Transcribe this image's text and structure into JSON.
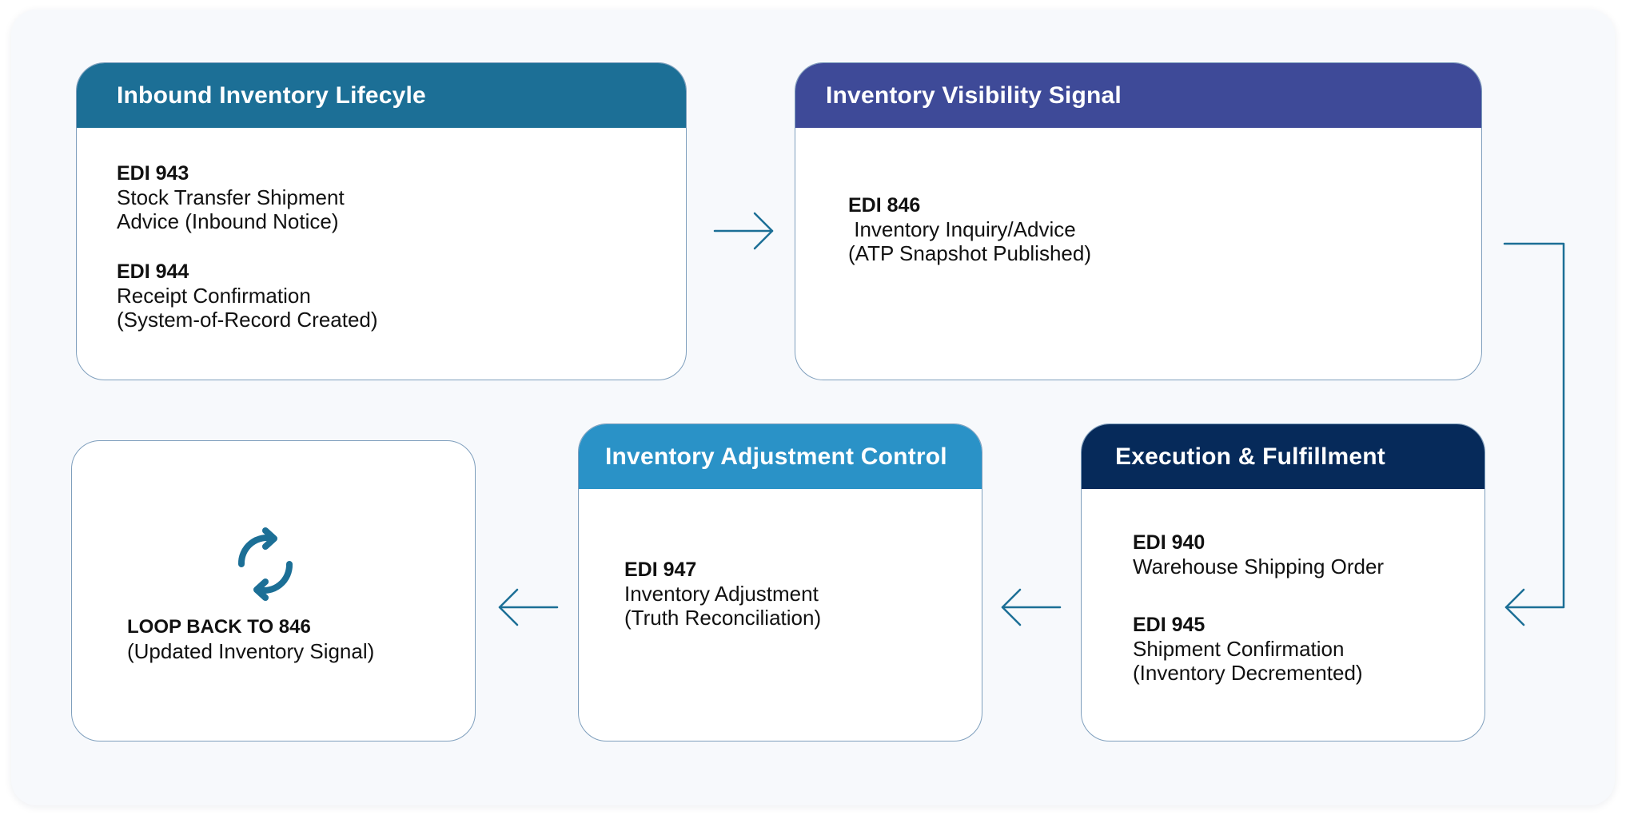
{
  "colors": {
    "inbound_header": "#1c6f96",
    "visibility_header": "#3e4a98",
    "adjustment_header": "#2a92c7",
    "execution_header": "#062a5a",
    "arrow": "#1c6f96",
    "card_border": "#7f9fbd",
    "background": "#f7f9fc"
  },
  "cards": {
    "inbound": {
      "title": "Inbound Inventory Lifecyle",
      "entries": [
        {
          "code": "EDI 943",
          "lines": [
            "Stock Transfer Shipment",
            "Advice (Inbound Notice)"
          ]
        },
        {
          "code": "EDI 944",
          "lines": [
            "Receipt Confirmation",
            "(System-of-Record Created)"
          ]
        }
      ]
    },
    "visibility": {
      "title": "Inventory Visibility Signal",
      "entries": [
        {
          "code": "EDI 846",
          "lines": [
            " Inventory Inquiry/Advice",
            "(ATP Snapshot Published)"
          ]
        }
      ]
    },
    "execution": {
      "title": "Execution & Fulfillment",
      "entries": [
        {
          "code": "EDI 940",
          "lines": [
            "Warehouse Shipping Order"
          ]
        },
        {
          "code": "EDI 945",
          "lines": [
            "Shipment Confirmation",
            "(Inventory Decremented)"
          ]
        }
      ]
    },
    "adjustment": {
      "title": "Inventory Adjustment Control",
      "entries": [
        {
          "code": "EDI 947",
          "lines": [
            "Inventory Adjustment",
            "(Truth Reconciliation)"
          ]
        }
      ]
    },
    "loop": {
      "icon": "refresh-cycle-icon",
      "code": "LOOP BACK TO 846",
      "line": "(Updated Inventory Signal)"
    }
  }
}
